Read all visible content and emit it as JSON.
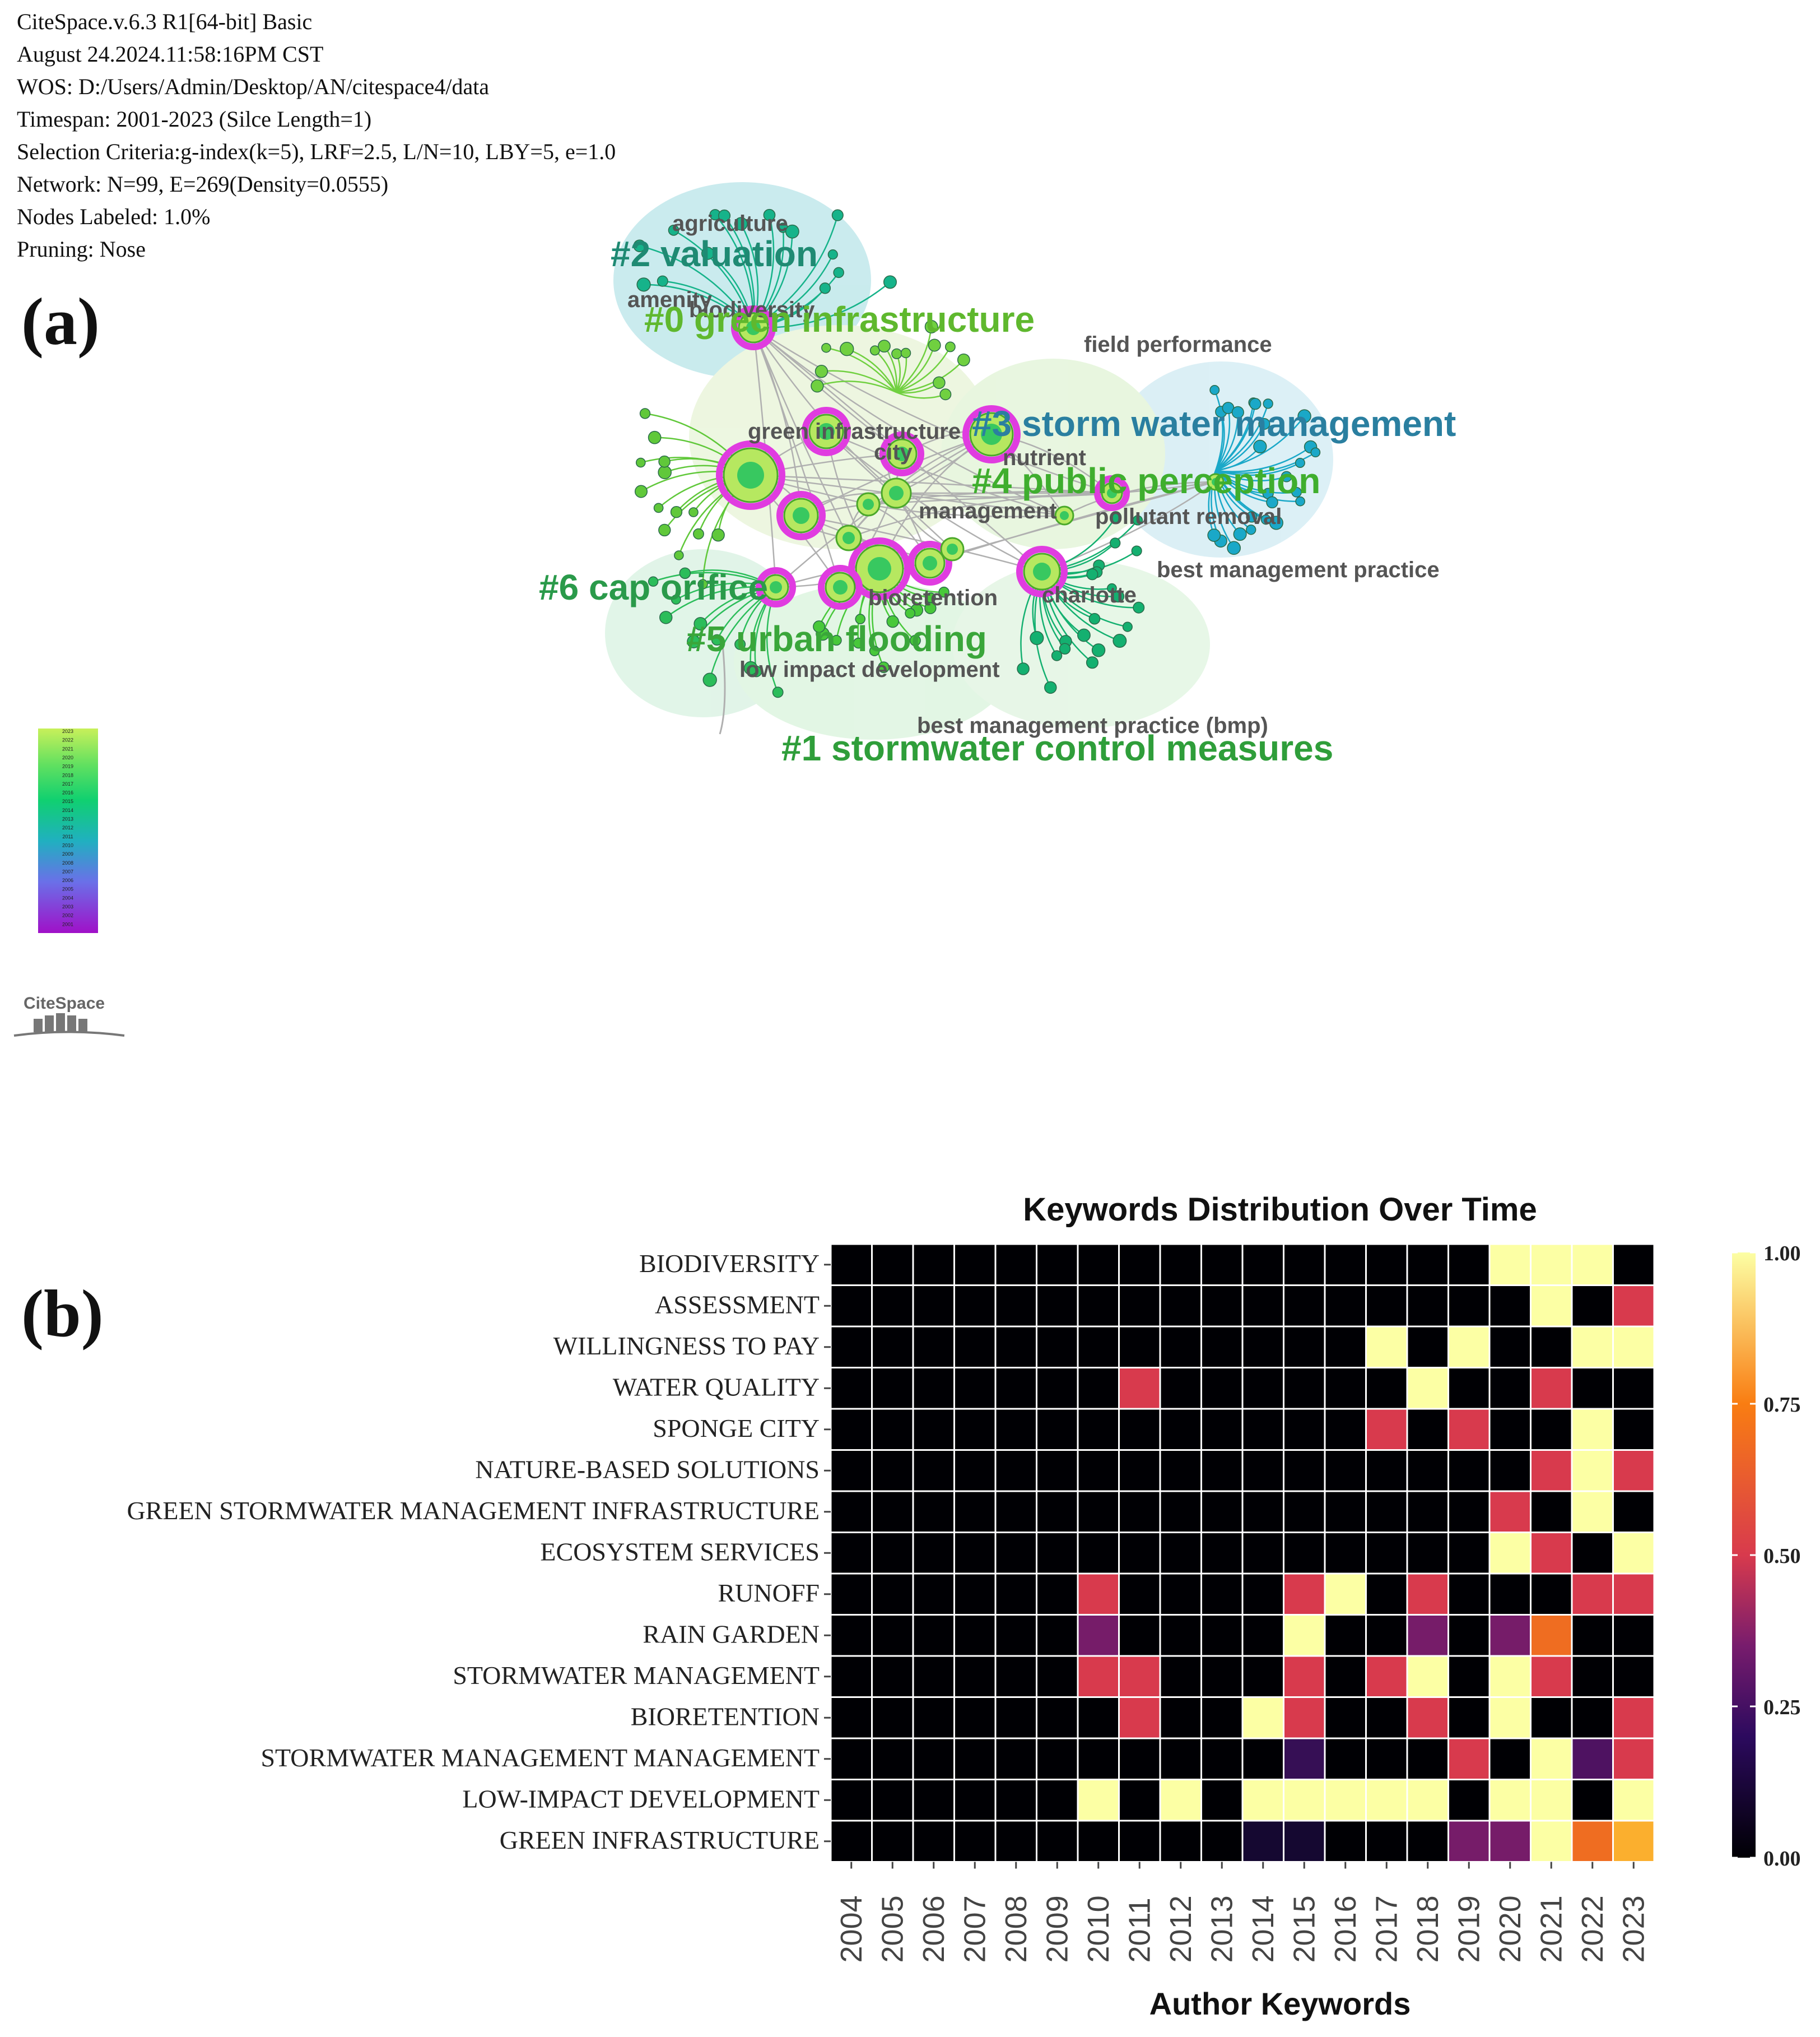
{
  "panel_a": {
    "label": "(a)",
    "meta_lines": [
      "CiteSpace.v.6.3 R1[64-bit] Basic",
      "August 24.2024.11:58:16PM CST",
      "WOS: D:/Users/Admin/Desktop/AN/citespace4/data",
      "Timespan: 2001-2023 (Silce Length=1)",
      "Selection Criteria:g-index(k=5), LRF=2.5, L/N=10, LBY=5, e=1.0",
      "Network: N=99, E=269(Density=0.0555)",
      "Nodes Labeled: 1.0%",
      "Pruning: Nose"
    ],
    "clusters": [
      {
        "label": "#2 valuation",
        "color": "#1f8a73"
      },
      {
        "label": "#0 green infrastructure",
        "color": "#5fb82e"
      },
      {
        "label": "#3 storm water management",
        "color": "#2a7fa0"
      },
      {
        "label": "#4 public perception",
        "color": "#3fae2e"
      },
      {
        "label": "#6 cap orifice",
        "color": "#2a9a4a"
      },
      {
        "label": "#5 urban flooding",
        "color": "#3aa63a"
      },
      {
        "label": "#1 stormwater control measures",
        "color": "#2f9e3a"
      }
    ],
    "keywords": [
      "agriculture",
      "amenity",
      "biodiversity",
      "field performance",
      "green infrastructure",
      "city",
      "nutrient",
      "management",
      "pollutant removal",
      "best management practice",
      "bioretention",
      "charlotte",
      "low impact development",
      "best management practice (bmp)"
    ],
    "legend_years": [
      "2023",
      "2022",
      "2021",
      "2020",
      "2019",
      "2018",
      "2017",
      "2016",
      "2015",
      "2014",
      "2013",
      "2012",
      "2011",
      "2010",
      "2009",
      "2008",
      "2007",
      "2006",
      "2005",
      "2004",
      "2003",
      "2002",
      "2001"
    ],
    "logo_text": "CiteSpace"
  },
  "panel_b": {
    "label": "(b)",
    "chart_data": {
      "type": "heatmap",
      "title": "Keywords Distribution Over Time",
      "xlabel": "Author Keywords",
      "ylabel": "",
      "x": [
        "2004",
        "2005",
        "2006",
        "2007",
        "2008",
        "2009",
        "2010",
        "2011",
        "2012",
        "2013",
        "2014",
        "2015",
        "2016",
        "2017",
        "2018",
        "2019",
        "2020",
        "2021",
        "2022",
        "2023"
      ],
      "y": [
        "BIODIVERSITY",
        "ASSESSMENT",
        "WILLINGNESS TO PAY",
        "WATER QUALITY",
        "SPONGE CITY",
        "NATURE-BASED SOLUTIONS",
        "GREEN STORMWATER MANAGEMENT INFRASTRUCTURE",
        "ECOSYSTEM SERVICES",
        "RUNOFF",
        "RAIN GARDEN",
        "STORMWATER MANAGEMENT",
        "BIORETENTION",
        "STORMWATER MANAGEMENT MANAGEMENT",
        "LOW-IMPACT DEVELOPMENT",
        "GREEN INFRASTRUCTURE"
      ],
      "values": [
        [
          0,
          0,
          0,
          0,
          0,
          0,
          0,
          0,
          0,
          0,
          0,
          0,
          0,
          0,
          0,
          0,
          1,
          1,
          1,
          0
        ],
        [
          0,
          0,
          0,
          0,
          0,
          0,
          0,
          0,
          0,
          0,
          0,
          0,
          0,
          0,
          0,
          0,
          0,
          1,
          0,
          0.5
        ],
        [
          0,
          0,
          0,
          0,
          0,
          0,
          0,
          0,
          0,
          0,
          0,
          0,
          0,
          1,
          0,
          1,
          0,
          0,
          1,
          1
        ],
        [
          0,
          0,
          0,
          0,
          0,
          0,
          0,
          0.5,
          0,
          0,
          0,
          0,
          0,
          0,
          1,
          0,
          0,
          0.5,
          0,
          0
        ],
        [
          0,
          0,
          0,
          0,
          0,
          0,
          0,
          0,
          0,
          0,
          0,
          0,
          0,
          0.5,
          0,
          0.5,
          0,
          0,
          1,
          0
        ],
        [
          0,
          0,
          0,
          0,
          0,
          0,
          0,
          0,
          0,
          0,
          0,
          0,
          0,
          0,
          0,
          0,
          0,
          0.5,
          1,
          0.5
        ],
        [
          0,
          0,
          0,
          0,
          0,
          0,
          0,
          0,
          0,
          0,
          0,
          0,
          0,
          0,
          0,
          0,
          0.5,
          0,
          1,
          0
        ],
        [
          0,
          0,
          0,
          0,
          0,
          0,
          0,
          0,
          0,
          0,
          0,
          0,
          0,
          0,
          0,
          0,
          1,
          0.5,
          0,
          1
        ],
        [
          0,
          0,
          0,
          0,
          0,
          0,
          0.5,
          0,
          0,
          0,
          0,
          0.5,
          1,
          0,
          0.5,
          0,
          0,
          0,
          0.5,
          0.5
        ],
        [
          0,
          0,
          0,
          0,
          0,
          0,
          0.33,
          0,
          0,
          0,
          0,
          1,
          0,
          0,
          0.33,
          0,
          0.33,
          0.67,
          0,
          0
        ],
        [
          0,
          0,
          0,
          0,
          0,
          0,
          0.5,
          0.5,
          0,
          0,
          0,
          0.5,
          0,
          0.5,
          1,
          0,
          1,
          0.5,
          0,
          0
        ],
        [
          0,
          0,
          0,
          0,
          0,
          0,
          0,
          0.5,
          0,
          0,
          1,
          0.5,
          0,
          0,
          0.5,
          0,
          1,
          0,
          0,
          0.5
        ],
        [
          0,
          0,
          0,
          0,
          0,
          0,
          0,
          0,
          0,
          0,
          0,
          0.2,
          0,
          0,
          0,
          0.5,
          0,
          1,
          0.25,
          0.5
        ],
        [
          0,
          0,
          0,
          0,
          0,
          0,
          1,
          0,
          1,
          0,
          1,
          1,
          1,
          1,
          1,
          0,
          1,
          1,
          0,
          1
        ],
        [
          0,
          0,
          0,
          0,
          0,
          0,
          0,
          0,
          0,
          0,
          0.1,
          0.1,
          0,
          0,
          0,
          0.33,
          0.33,
          1,
          0.67,
          0.85
        ]
      ],
      "colorbar": {
        "ticks": [
          "1.00",
          "0.75",
          "0.50",
          "0.25",
          "0.00"
        ],
        "range": [
          0,
          1
        ]
      },
      "grid": true,
      "legend": "right"
    }
  }
}
